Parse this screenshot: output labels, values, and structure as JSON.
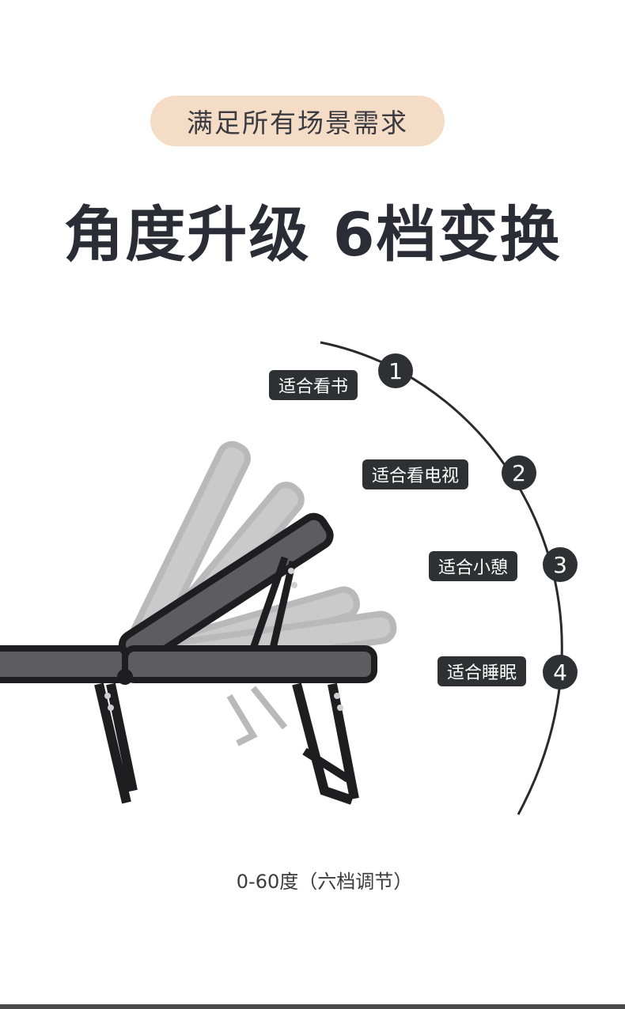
{
  "header": {
    "badge": "满足所有场景需求",
    "headline": "角度升级 6档变换"
  },
  "positions": [
    {
      "number": "1",
      "label": "适合看书"
    },
    {
      "number": "2",
      "label": "适合看电视"
    },
    {
      "number": "3",
      "label": "适合小憩"
    },
    {
      "number": "4",
      "label": "适合睡眠"
    }
  ],
  "caption": "0-60度（六档调节）",
  "colors": {
    "badge_bg": "#f5dcc6",
    "label_bg": "#2f3034",
    "fabric": "#5d5d5f",
    "frame": "#1e1e20"
  }
}
